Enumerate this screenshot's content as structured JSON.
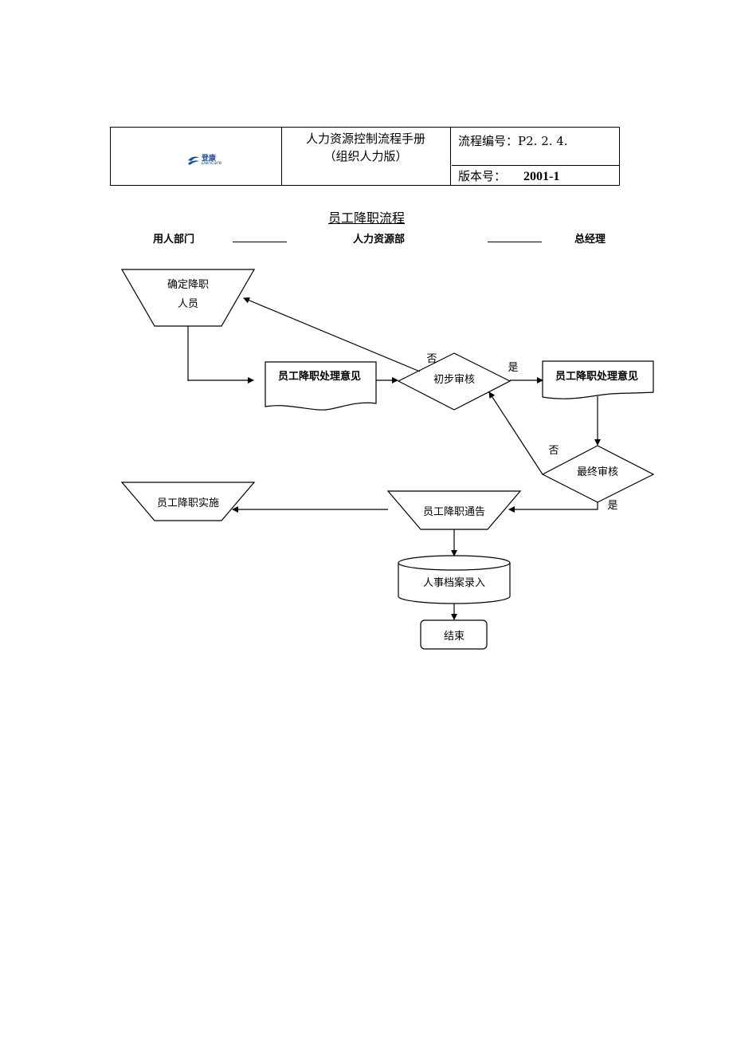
{
  "header": {
    "logo_cn": "登康",
    "logo_en": "Dencare",
    "manual_title": "人力资源控制流程手册",
    "manual_subtitle": "（组织人力版）",
    "process_no_label": "流程编号：",
    "process_no": "P2. 2. 4.",
    "version_label": "版本号：",
    "version": "2001-1"
  },
  "flow_title": "员工降职流程",
  "lanes": [
    "用人部门",
    "人力资源部",
    "总经理"
  ],
  "nodes": {
    "determine_line1": "确定降职",
    "determine_line2": "人员",
    "opinion_hr": "员工降职处理意见",
    "initial_review": "初步审核",
    "opinion_gm": "员工降职处理意见",
    "final_review": "最终审核",
    "notice": "员工降职通告",
    "implement": "员工降职实施",
    "archive": "人事档案录入",
    "end": "结束"
  },
  "edge_labels": {
    "initial_no": "否",
    "initial_yes": "是",
    "final_no": "否",
    "final_yes": "是"
  },
  "colors": {
    "logo_blue": "#1a4f96"
  }
}
